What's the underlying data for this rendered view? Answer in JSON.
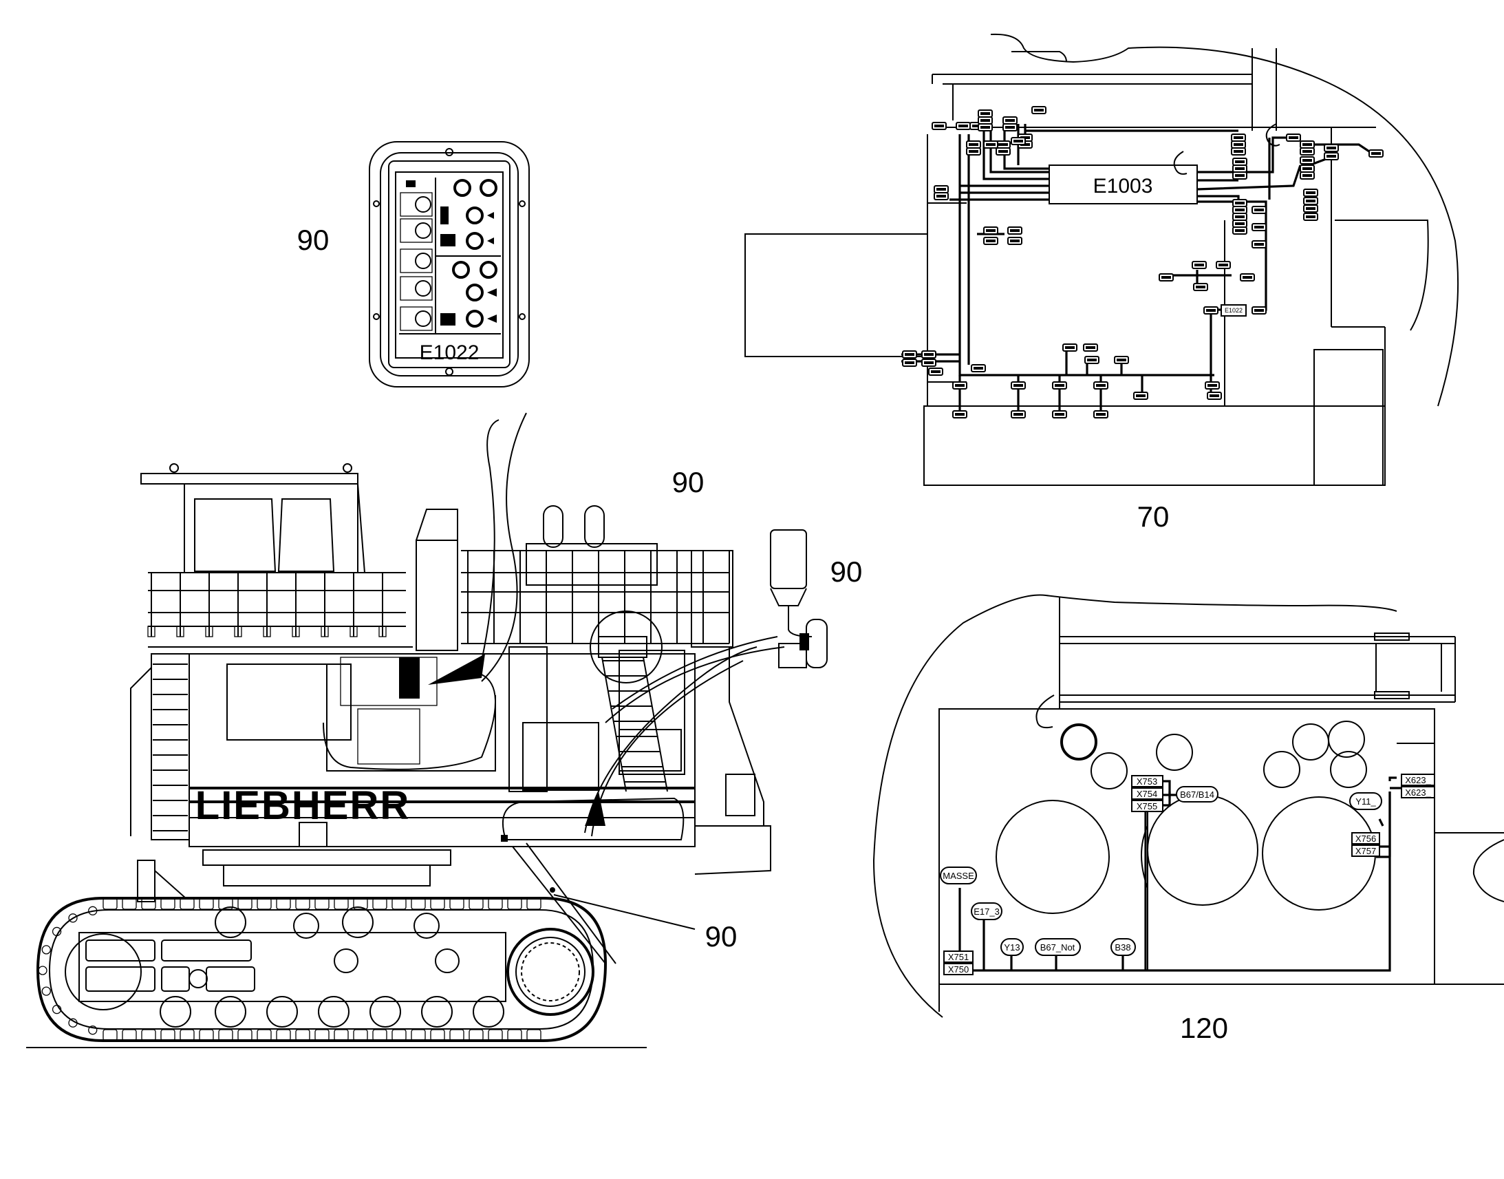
{
  "callouts": {
    "panel_90": "90",
    "machine_90_upper": "90",
    "beacon_90": "90",
    "ladder_90": "90",
    "view_70": "70",
    "view_120": "120"
  },
  "panel": {
    "title": "E1022"
  },
  "view70": {
    "box_main": "E1003",
    "box_small": "E1022"
  },
  "view120": {
    "conn_x753": "X753",
    "conn_x754": "X754",
    "conn_x755": "X755",
    "sensor_b67_b14": "B67/B14",
    "conn_x623a": "X623_",
    "conn_x623b": "X623_",
    "sensor_y11": "Y11_",
    "conn_x756": "X756",
    "conn_x757": "X757",
    "ground_masse": "MASSE",
    "module_e17": "E17_3",
    "conn_x751": "X751",
    "conn_x750": "X750",
    "valve_y13": "Y13",
    "sensor_b67_not": "B67_Not",
    "sensor_b38": "B38"
  },
  "machine": {
    "brand": "LIEBHERR"
  }
}
